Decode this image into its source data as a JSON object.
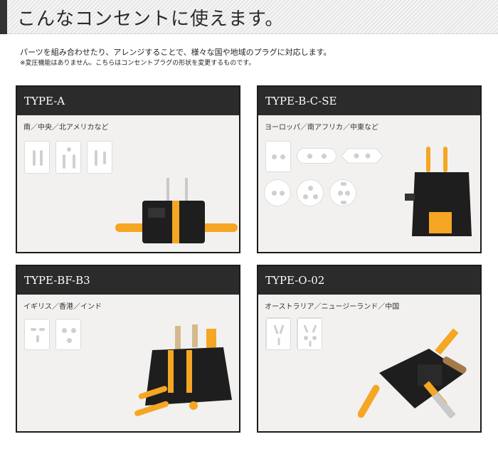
{
  "header": {
    "title": "こんなコンセントに使えます。"
  },
  "intro": {
    "line1": "パーツを組み合わせたり、アレンジすることで、様々な国や地域のプラグに対応します。",
    "line2": "※変圧機能はありません。こちらはコンセントプラグの形状を変更するものです。"
  },
  "panels": [
    {
      "title": "TYPE-A",
      "region": "南／中央／北アメリカなど"
    },
    {
      "title": "TYPE-B-C-SE",
      "region": "ヨーロッパ／南アフリカ／中東など"
    },
    {
      "title": "TYPE-BF-B3",
      "region": "イギリス／香港／インド"
    },
    {
      "title": "TYPE-O-02",
      "region": "オーストラリア／ニュージーランド／中国"
    }
  ],
  "colors": {
    "accent": "#f5a623",
    "plug_body": "#1e1e1e",
    "panel_header": "#2b2b2b"
  }
}
